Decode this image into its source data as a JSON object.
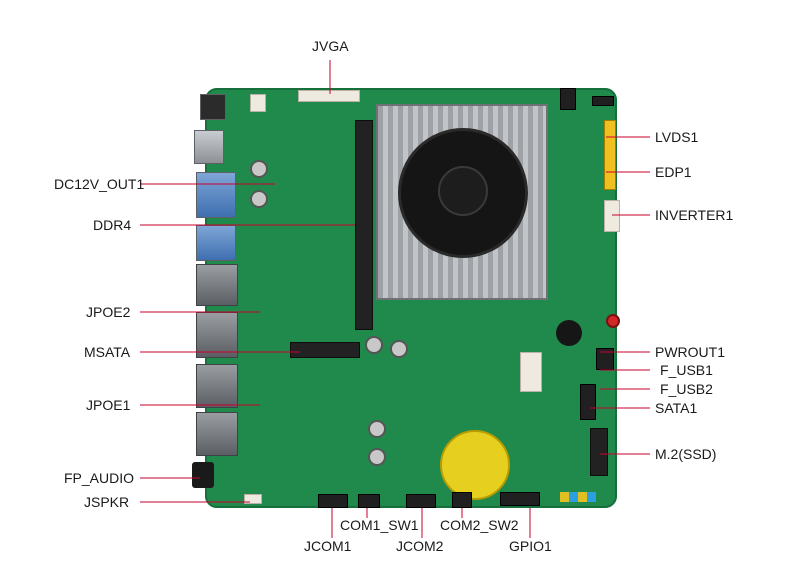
{
  "labels": {
    "jvga": "JVGA",
    "lvds1": "LVDS1",
    "edp1": "EDP1",
    "inverter1": "INVERTER1",
    "dc12v_out1": "DC12V_OUT1",
    "ddr4": "DDR4",
    "jpoe2": "JPOE2",
    "msata": "MSATA",
    "jpoe1": "JPOE1",
    "fp_audio": "FP_AUDIO",
    "jspkr": "JSPKR",
    "pwrout1": "PWROUT1",
    "f_usb1": "F_USB1",
    "f_usb2": "F_USB2",
    "sata1": "SATA1",
    "m2_ssd": "M.2(SSD)",
    "com1_sw1": "COM1_SW1",
    "com2_sw2": "COM2_SW2",
    "jcom1": "JCOM1",
    "jcom2": "JCOM2",
    "gpio1": "GPIO1"
  },
  "colors": {
    "board": "#1f8a4c",
    "leader_line": "#c8002e",
    "heatsink": "#b0b4b8",
    "battery": "#e7cf20"
  }
}
